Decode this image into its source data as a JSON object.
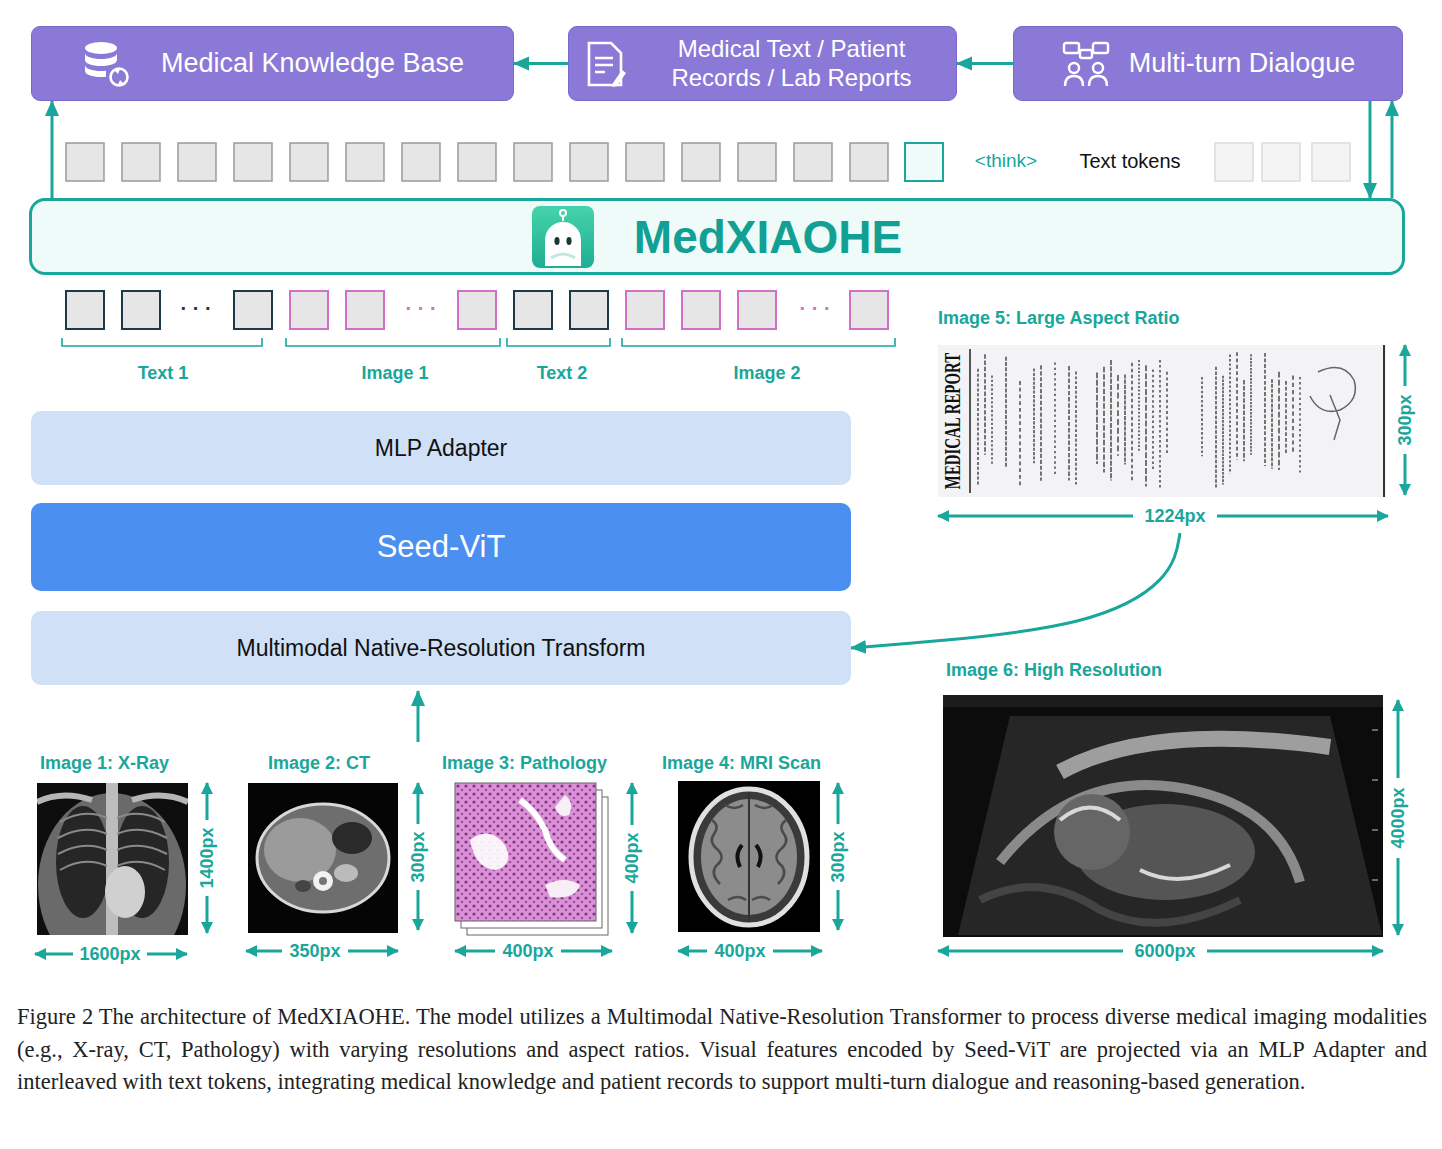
{
  "diagram": {
    "caption": "Figure 2 The architecture of MedXIAOHE. The model utilizes a Multimodal Native-Resolution Transformer to process diverse medical imaging modalities (e.g., X-ray, CT, Pathology) with varying resolutions and aspect ratios. Visual features encoded by Seed-ViT are projected via an MLP Adapter and interleaved with text tokens, integrating medical knowledge and patient records to support multi-turn dialogue and reasoning-based generation.",
    "nodes": [
      {
        "text": [
          "Medical Knowledge Base"
        ]
      },
      {
        "text": [
          "Medical Text / Patient Records / Lab Reports"
        ]
      },
      {
        "text": [
          "Multi-turn Dialogue"
        ]
      },
      {
        "text": [
          "MedXIAOHE"
        ]
      },
      {
        "text": [
          "MLP Adapter"
        ]
      },
      {
        "text": [
          "Seed-ViT"
        ]
      },
      {
        "text": [
          "Multimodal Native-Resolution Transform"
        ]
      },
      {
        "text": [
          "Image 5: Large Aspect Ratio"
        ]
      },
      {
        "text": [
          "Image 6: High Resolution"
        ]
      },
      {
        "text": [
          "Image 1: X-Ray"
        ]
      },
      {
        "text": [
          "Image 2: CT"
        ]
      },
      {
        "text": [
          "Image 3: Pathology"
        ]
      },
      {
        "text": [
          "Image 4: MRI Scan"
        ]
      }
    ],
    "edges": [
      {
        "from": 2,
        "to": 1,
        "arrow": "to"
      },
      {
        "from": 1,
        "to": 0,
        "arrow": "to"
      },
      {
        "from": 3,
        "to": 0,
        "arrow": "to"
      },
      {
        "from": 2,
        "to": 3,
        "arrow": "to"
      },
      {
        "from": 3,
        "to": 2,
        "arrow": "to"
      },
      {
        "from": 7,
        "to": 6,
        "arrow": "to"
      }
    ],
    "labels": [
      "<think>",
      "Text tokens",
      "· · ·",
      "Text 1",
      "· · ·",
      "Image 1",
      "Text 2",
      "· · ·",
      "Image 2",
      "MEDICAL REPORT",
      "300px",
      "1224px",
      "4000px",
      "6000px",
      "1400px",
      "1600px",
      "300px",
      "350px",
      "400px",
      "400px",
      "300px",
      "400px"
    ]
  }
}
